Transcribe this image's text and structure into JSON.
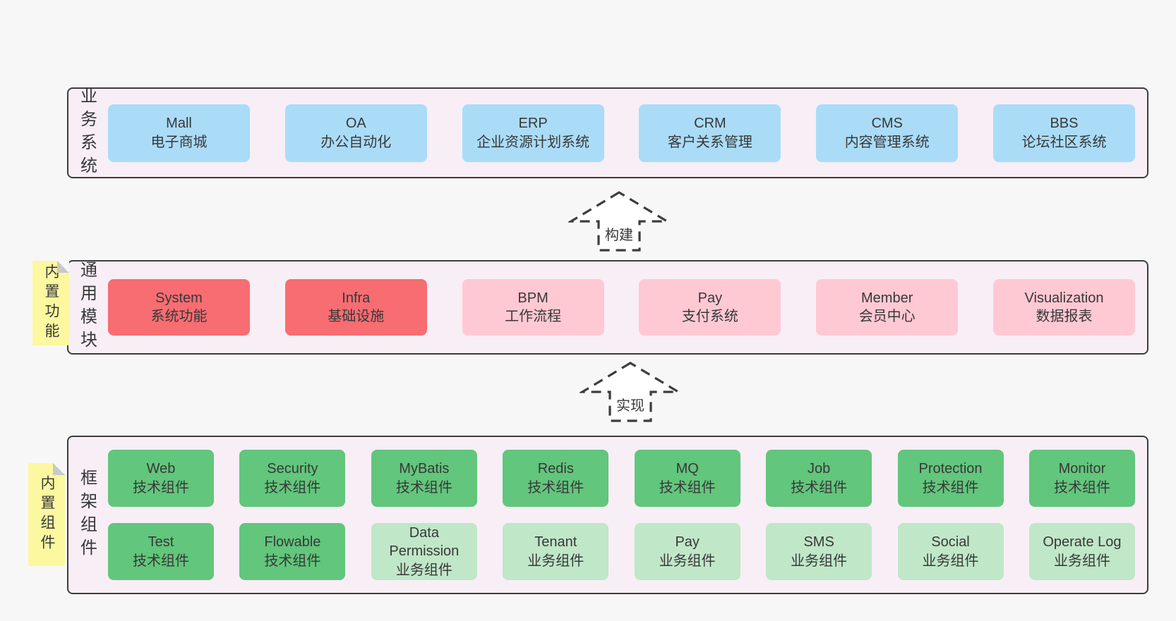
{
  "palette": {
    "bg": "#f7f7f7",
    "containerFill": "#f8eef6",
    "border": "#3d3d3d",
    "text": "#383838",
    "noteYellow": "#fbf8a0",
    "noteFold": "#c9c9c9",
    "arrowFill": "#ffffff",
    "blue": "#aadcf8",
    "red": "#f76d72",
    "pink": "#ffc9d3",
    "green": "#62c67c",
    "lightgreen": "#c0e7c8"
  },
  "layers": [
    {
      "id": "business",
      "label": "业务系统",
      "rows": [
        [
          {
            "title": "Mall",
            "subtitle": "电子商城",
            "variant": "blue"
          },
          {
            "title": "OA",
            "subtitle": "办公自动化",
            "variant": "blue"
          },
          {
            "title": "ERP",
            "subtitle": "企业资源计划系统",
            "variant": "blue"
          },
          {
            "title": "CRM",
            "subtitle": "客户关系管理",
            "variant": "blue"
          },
          {
            "title": "CMS",
            "subtitle": "内容管理系统",
            "variant": "blue"
          },
          {
            "title": "BBS",
            "subtitle": "论坛社区系统",
            "variant": "blue"
          }
        ]
      ]
    },
    {
      "id": "modules",
      "label": "通用模块",
      "note": "内置功能",
      "rows": [
        [
          {
            "title": "System",
            "subtitle": "系统功能",
            "variant": "red"
          },
          {
            "title": "Infra",
            "subtitle": "基础设施",
            "variant": "red"
          },
          {
            "title": "BPM",
            "subtitle": "工作流程",
            "variant": "pink"
          },
          {
            "title": "Pay",
            "subtitle": "支付系统",
            "variant": "pink"
          },
          {
            "title": "Member",
            "subtitle": "会员中心",
            "variant": "pink"
          },
          {
            "title": "Visualization",
            "subtitle": "数据报表",
            "variant": "pink"
          }
        ]
      ]
    },
    {
      "id": "components",
      "label": "框架组件",
      "note": "内置组件",
      "rows": [
        [
          {
            "title": "Web",
            "subtitle": "技术组件",
            "variant": "green"
          },
          {
            "title": "Security",
            "subtitle": "技术组件",
            "variant": "green"
          },
          {
            "title": "MyBatis",
            "subtitle": "技术组件",
            "variant": "green"
          },
          {
            "title": "Redis",
            "subtitle": "技术组件",
            "variant": "green"
          },
          {
            "title": "MQ",
            "subtitle": "技术组件",
            "variant": "green"
          },
          {
            "title": "Job",
            "subtitle": "技术组件",
            "variant": "green"
          },
          {
            "title": "Protection",
            "subtitle": "技术组件",
            "variant": "green"
          },
          {
            "title": "Monitor",
            "subtitle": "技术组件",
            "variant": "green"
          }
        ],
        [
          {
            "title": "Test",
            "subtitle": "技术组件",
            "variant": "green"
          },
          {
            "title": "Flowable",
            "subtitle": "技术组件",
            "variant": "green"
          },
          {
            "title": "Data Permission",
            "subtitle": "业务组件",
            "variant": "lightgreen"
          },
          {
            "title": "Tenant",
            "subtitle": "业务组件",
            "variant": "lightgreen"
          },
          {
            "title": "Pay",
            "subtitle": "业务组件",
            "variant": "lightgreen"
          },
          {
            "title": "SMS",
            "subtitle": "业务组件",
            "variant": "lightgreen"
          },
          {
            "title": "Social",
            "subtitle": "业务组件",
            "variant": "lightgreen"
          },
          {
            "title": "Operate Log",
            "subtitle": "业务组件",
            "variant": "lightgreen"
          }
        ]
      ]
    }
  ],
  "arrows": [
    {
      "label": "构建"
    },
    {
      "label": "实现"
    }
  ]
}
